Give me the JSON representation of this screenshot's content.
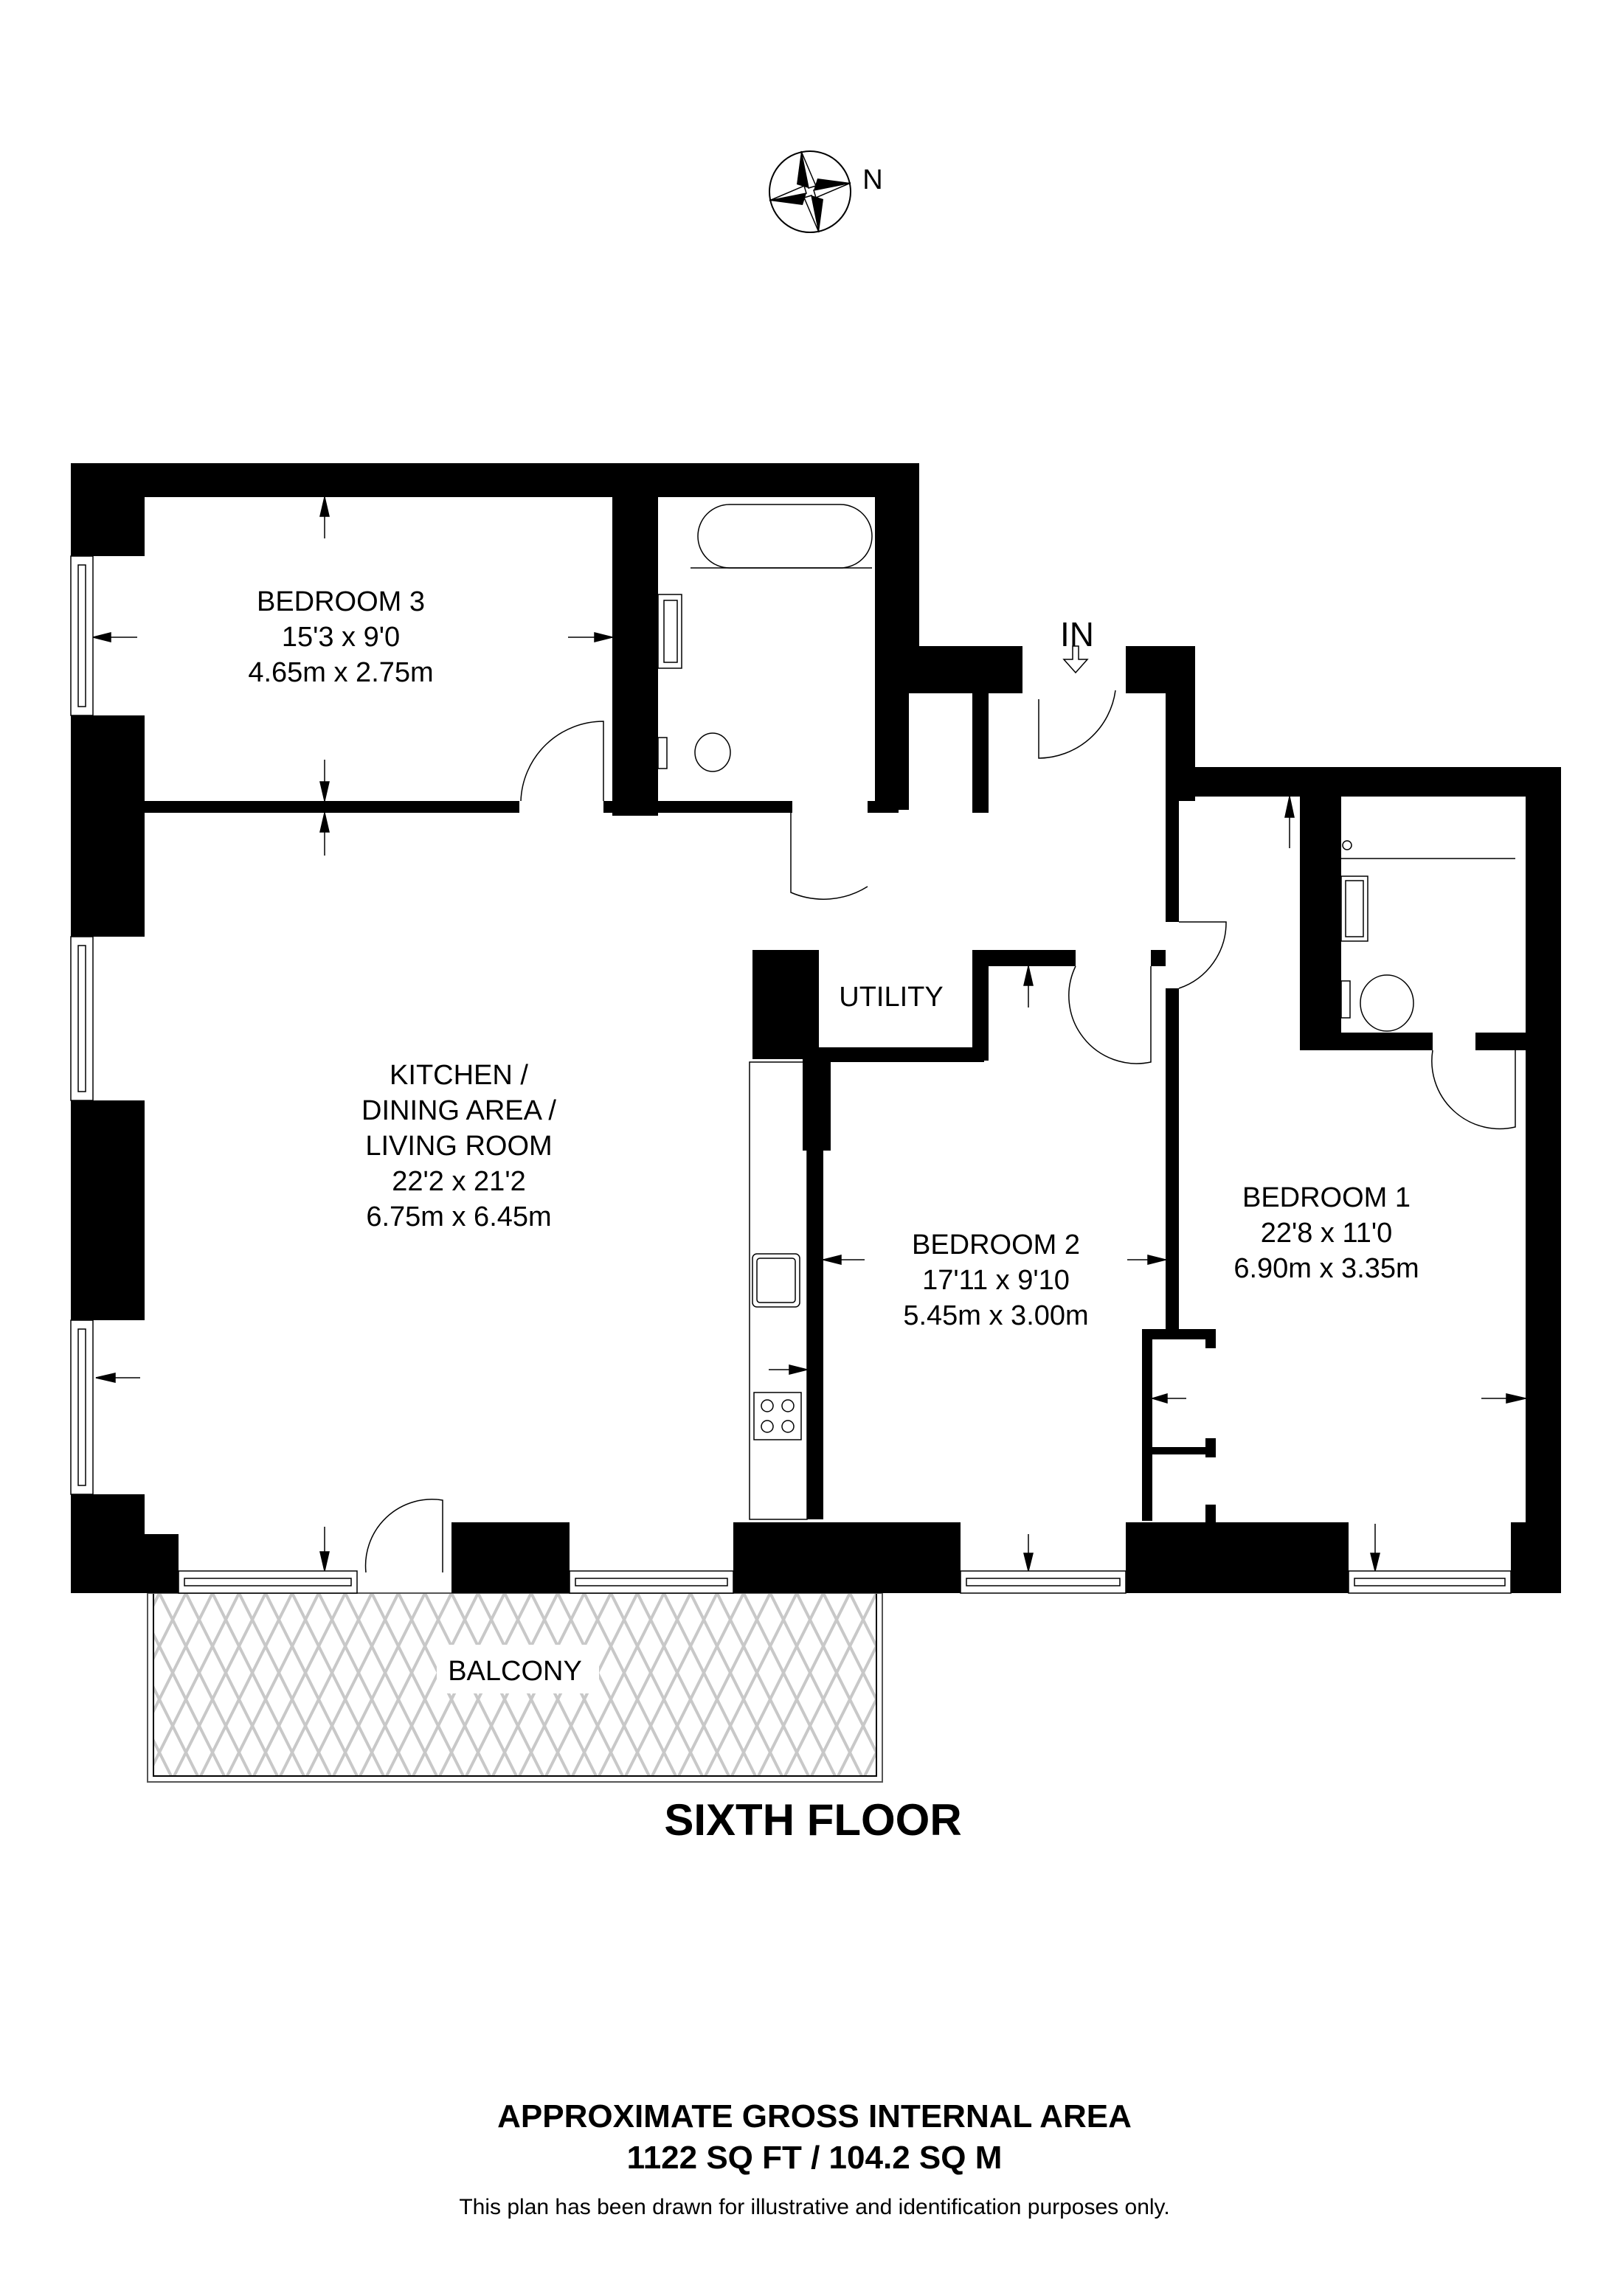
{
  "compass": {
    "label": "N",
    "icon": "compass-rose-icon"
  },
  "entrance": {
    "label": "IN",
    "icon": "entrance-arrow-icon"
  },
  "rooms": [
    {
      "id": "bedroom-3",
      "name": "BEDROOM 3",
      "imperial": "15'3 x 9'0",
      "metric": "4.65m x 2.75m"
    },
    {
      "id": "kitchen-living",
      "name_lines": [
        "KITCHEN /",
        "DINING AREA /",
        "LIVING ROOM"
      ],
      "imperial": "22'2 x 21'2",
      "metric": "6.75m x 6.45m"
    },
    {
      "id": "bedroom-2",
      "name": "BEDROOM 2",
      "imperial": "17'11 x 9'10",
      "metric": "5.45m x 3.00m"
    },
    {
      "id": "bedroom-1",
      "name": "BEDROOM 1",
      "imperial": "22'8 x 11'0",
      "metric": "6.90m x 3.35m"
    },
    {
      "id": "utility",
      "name": "UTILITY"
    },
    {
      "id": "balcony",
      "name": "BALCONY"
    }
  ],
  "floor_title": "SIXTH FLOOR",
  "area": {
    "heading": "APPROXIMATE GROSS INTERNAL AREA",
    "value": "1122 SQ FT / 104.2 SQ M"
  },
  "disclaimer": "This plan has been drawn for illustrative and identification purposes only.",
  "colors": {
    "wall": "#000000",
    "background": "#ffffff",
    "hatch": "#c8c8c8",
    "line": "#000000"
  }
}
